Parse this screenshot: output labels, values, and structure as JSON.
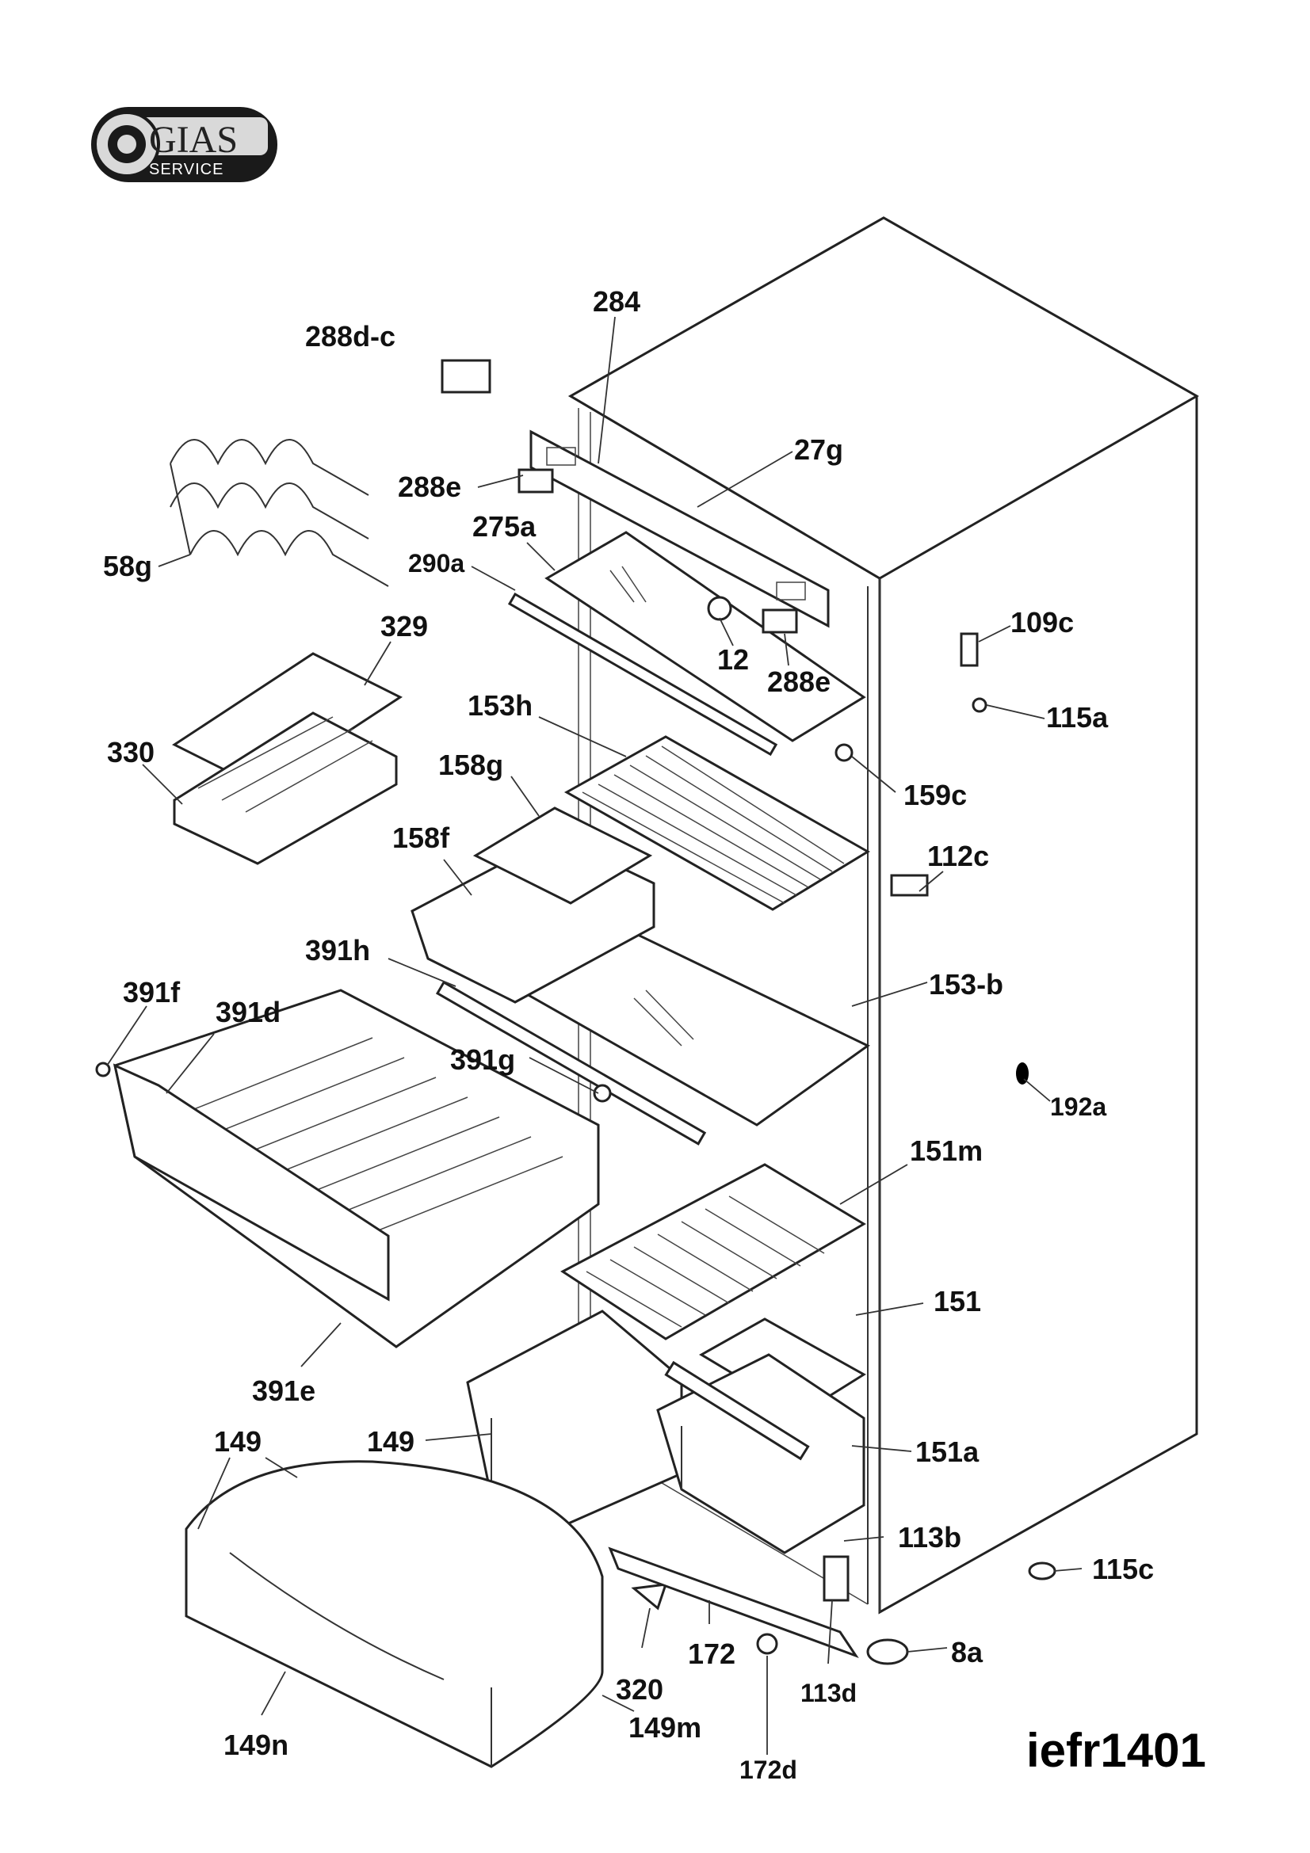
{
  "logo": {
    "brand": "GIAS",
    "subtitle": "SERVICE"
  },
  "diagram_code": "iefr1401",
  "parts": [
    {
      "id": "288d-c"
    },
    {
      "id": "284"
    },
    {
      "id": "27g"
    },
    {
      "id": "288e"
    },
    {
      "id": "275a"
    },
    {
      "id": "290a"
    },
    {
      "id": "58g"
    },
    {
      "id": "329"
    },
    {
      "id": "12"
    },
    {
      "id": "288e"
    },
    {
      "id": "109c"
    },
    {
      "id": "115a"
    },
    {
      "id": "153h"
    },
    {
      "id": "330"
    },
    {
      "id": "158g"
    },
    {
      "id": "159c"
    },
    {
      "id": "158f"
    },
    {
      "id": "112c"
    },
    {
      "id": "391h"
    },
    {
      "id": "153-b"
    },
    {
      "id": "391f"
    },
    {
      "id": "391d"
    },
    {
      "id": "391g"
    },
    {
      "id": "192a"
    },
    {
      "id": "151m"
    },
    {
      "id": "151"
    },
    {
      "id": "391e"
    },
    {
      "id": "149"
    },
    {
      "id": "149"
    },
    {
      "id": "151a"
    },
    {
      "id": "113b"
    },
    {
      "id": "115c"
    },
    {
      "id": "172"
    },
    {
      "id": "8a"
    },
    {
      "id": "320"
    },
    {
      "id": "113d"
    },
    {
      "id": "149m"
    },
    {
      "id": "149n"
    },
    {
      "id": "172d"
    }
  ]
}
